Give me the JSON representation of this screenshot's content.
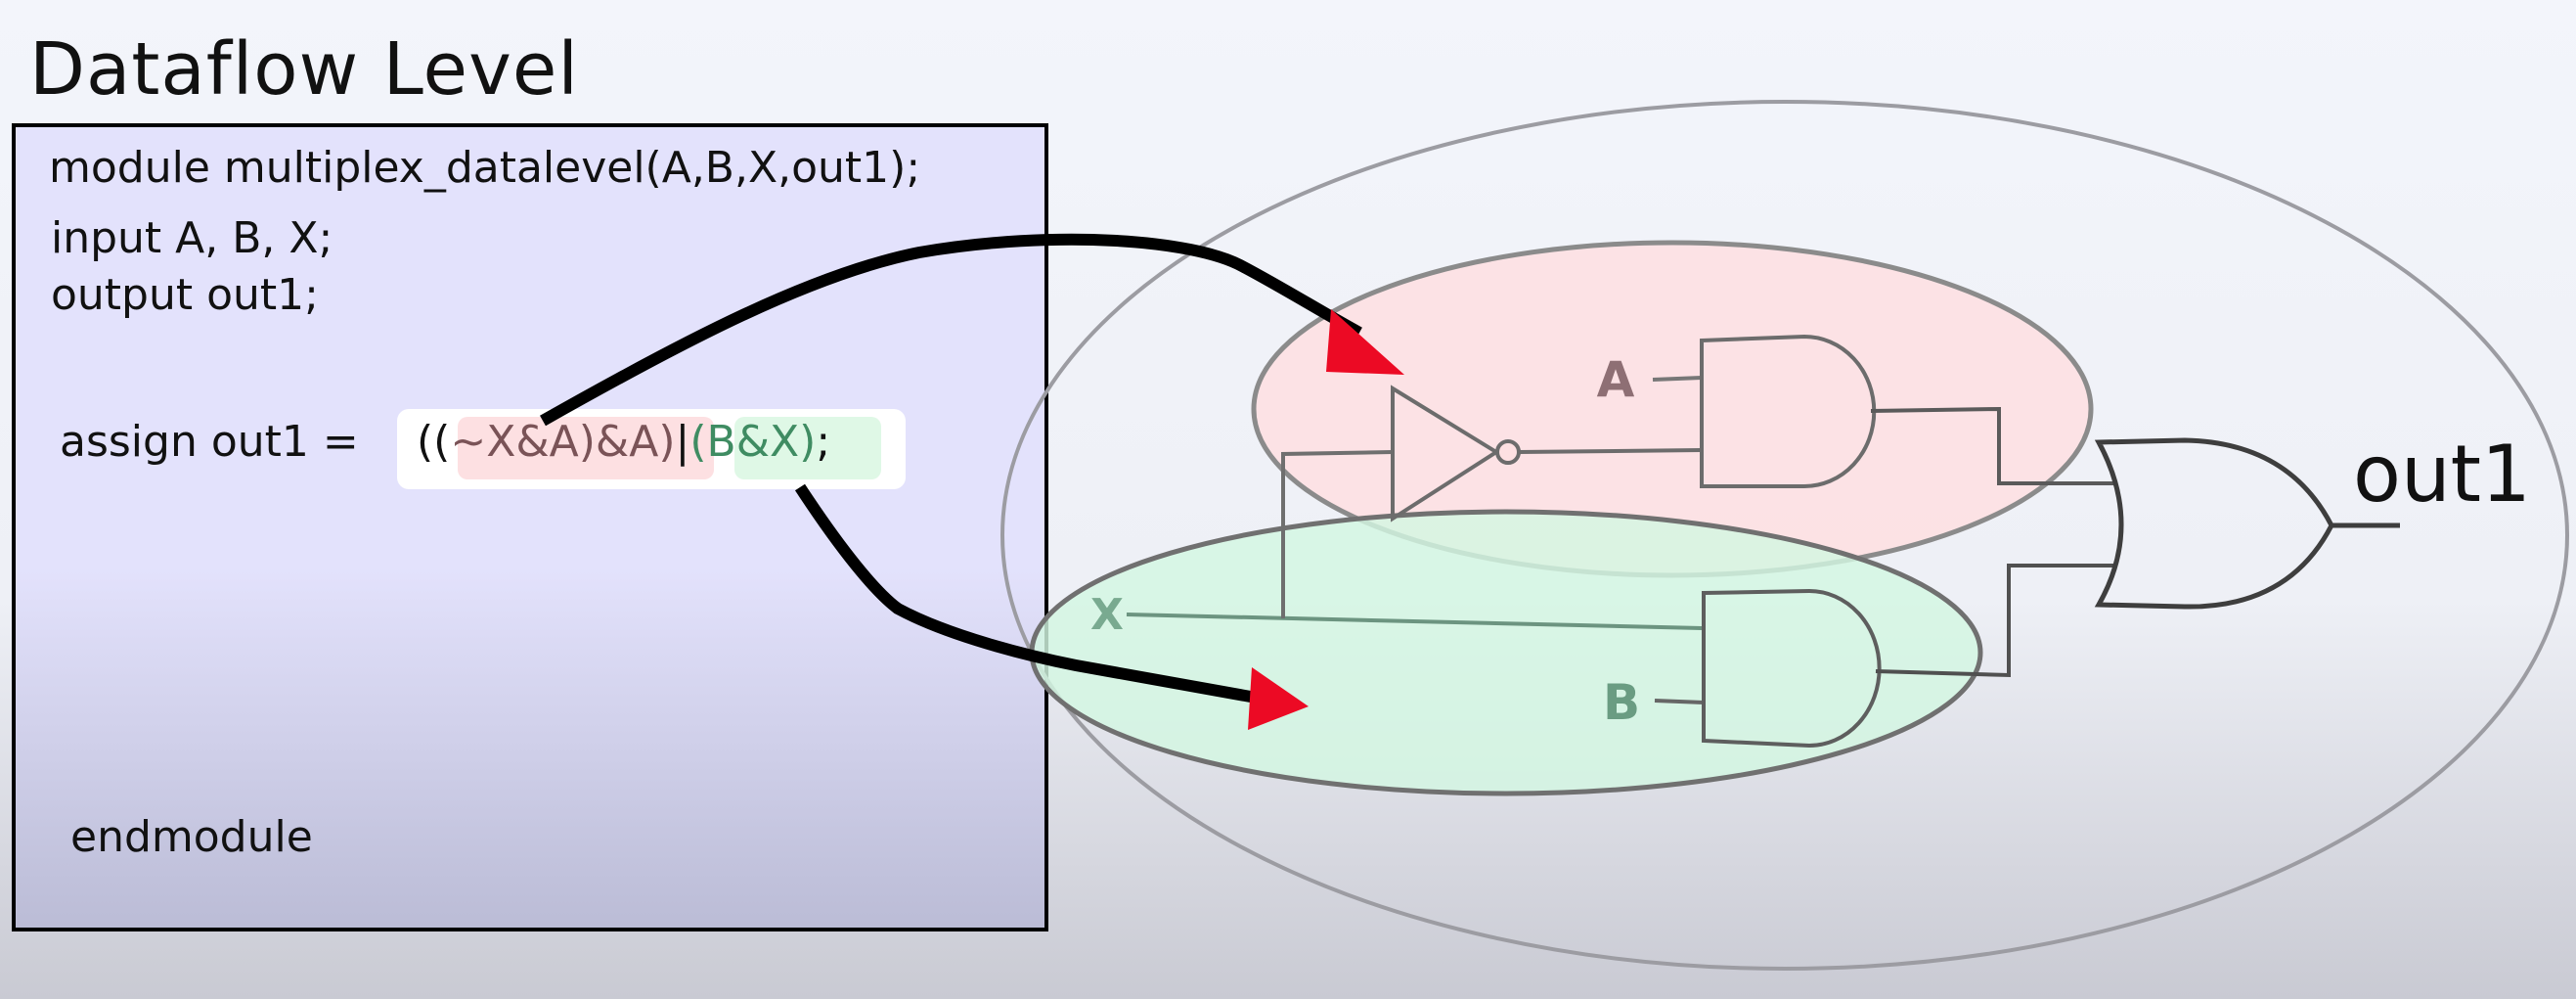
{
  "title": "Dataflow Level",
  "code": {
    "module_line": "module multiplex_datalevel(A,B,X,out1);",
    "input_line": "input A, B, X;",
    "output_line": "output out1;",
    "assign_prefix": "assign out1 = ",
    "expr_open": "((",
    "expr_not_and": "~X&A",
    "expr_close_and": ")&A)",
    "expr_or": "|",
    "expr_green": "(B&X)",
    "expr_semicolon": ";",
    "endmodule": "endmodule"
  },
  "circuit": {
    "input_a": "A",
    "input_b": "B",
    "input_x": "X",
    "output": "out1"
  },
  "colors": {
    "red_highlight": "#fde0e2",
    "green_highlight": "#dff8e6",
    "arrow_red": "#ec0a24",
    "code_background": "#e3e2fc"
  }
}
